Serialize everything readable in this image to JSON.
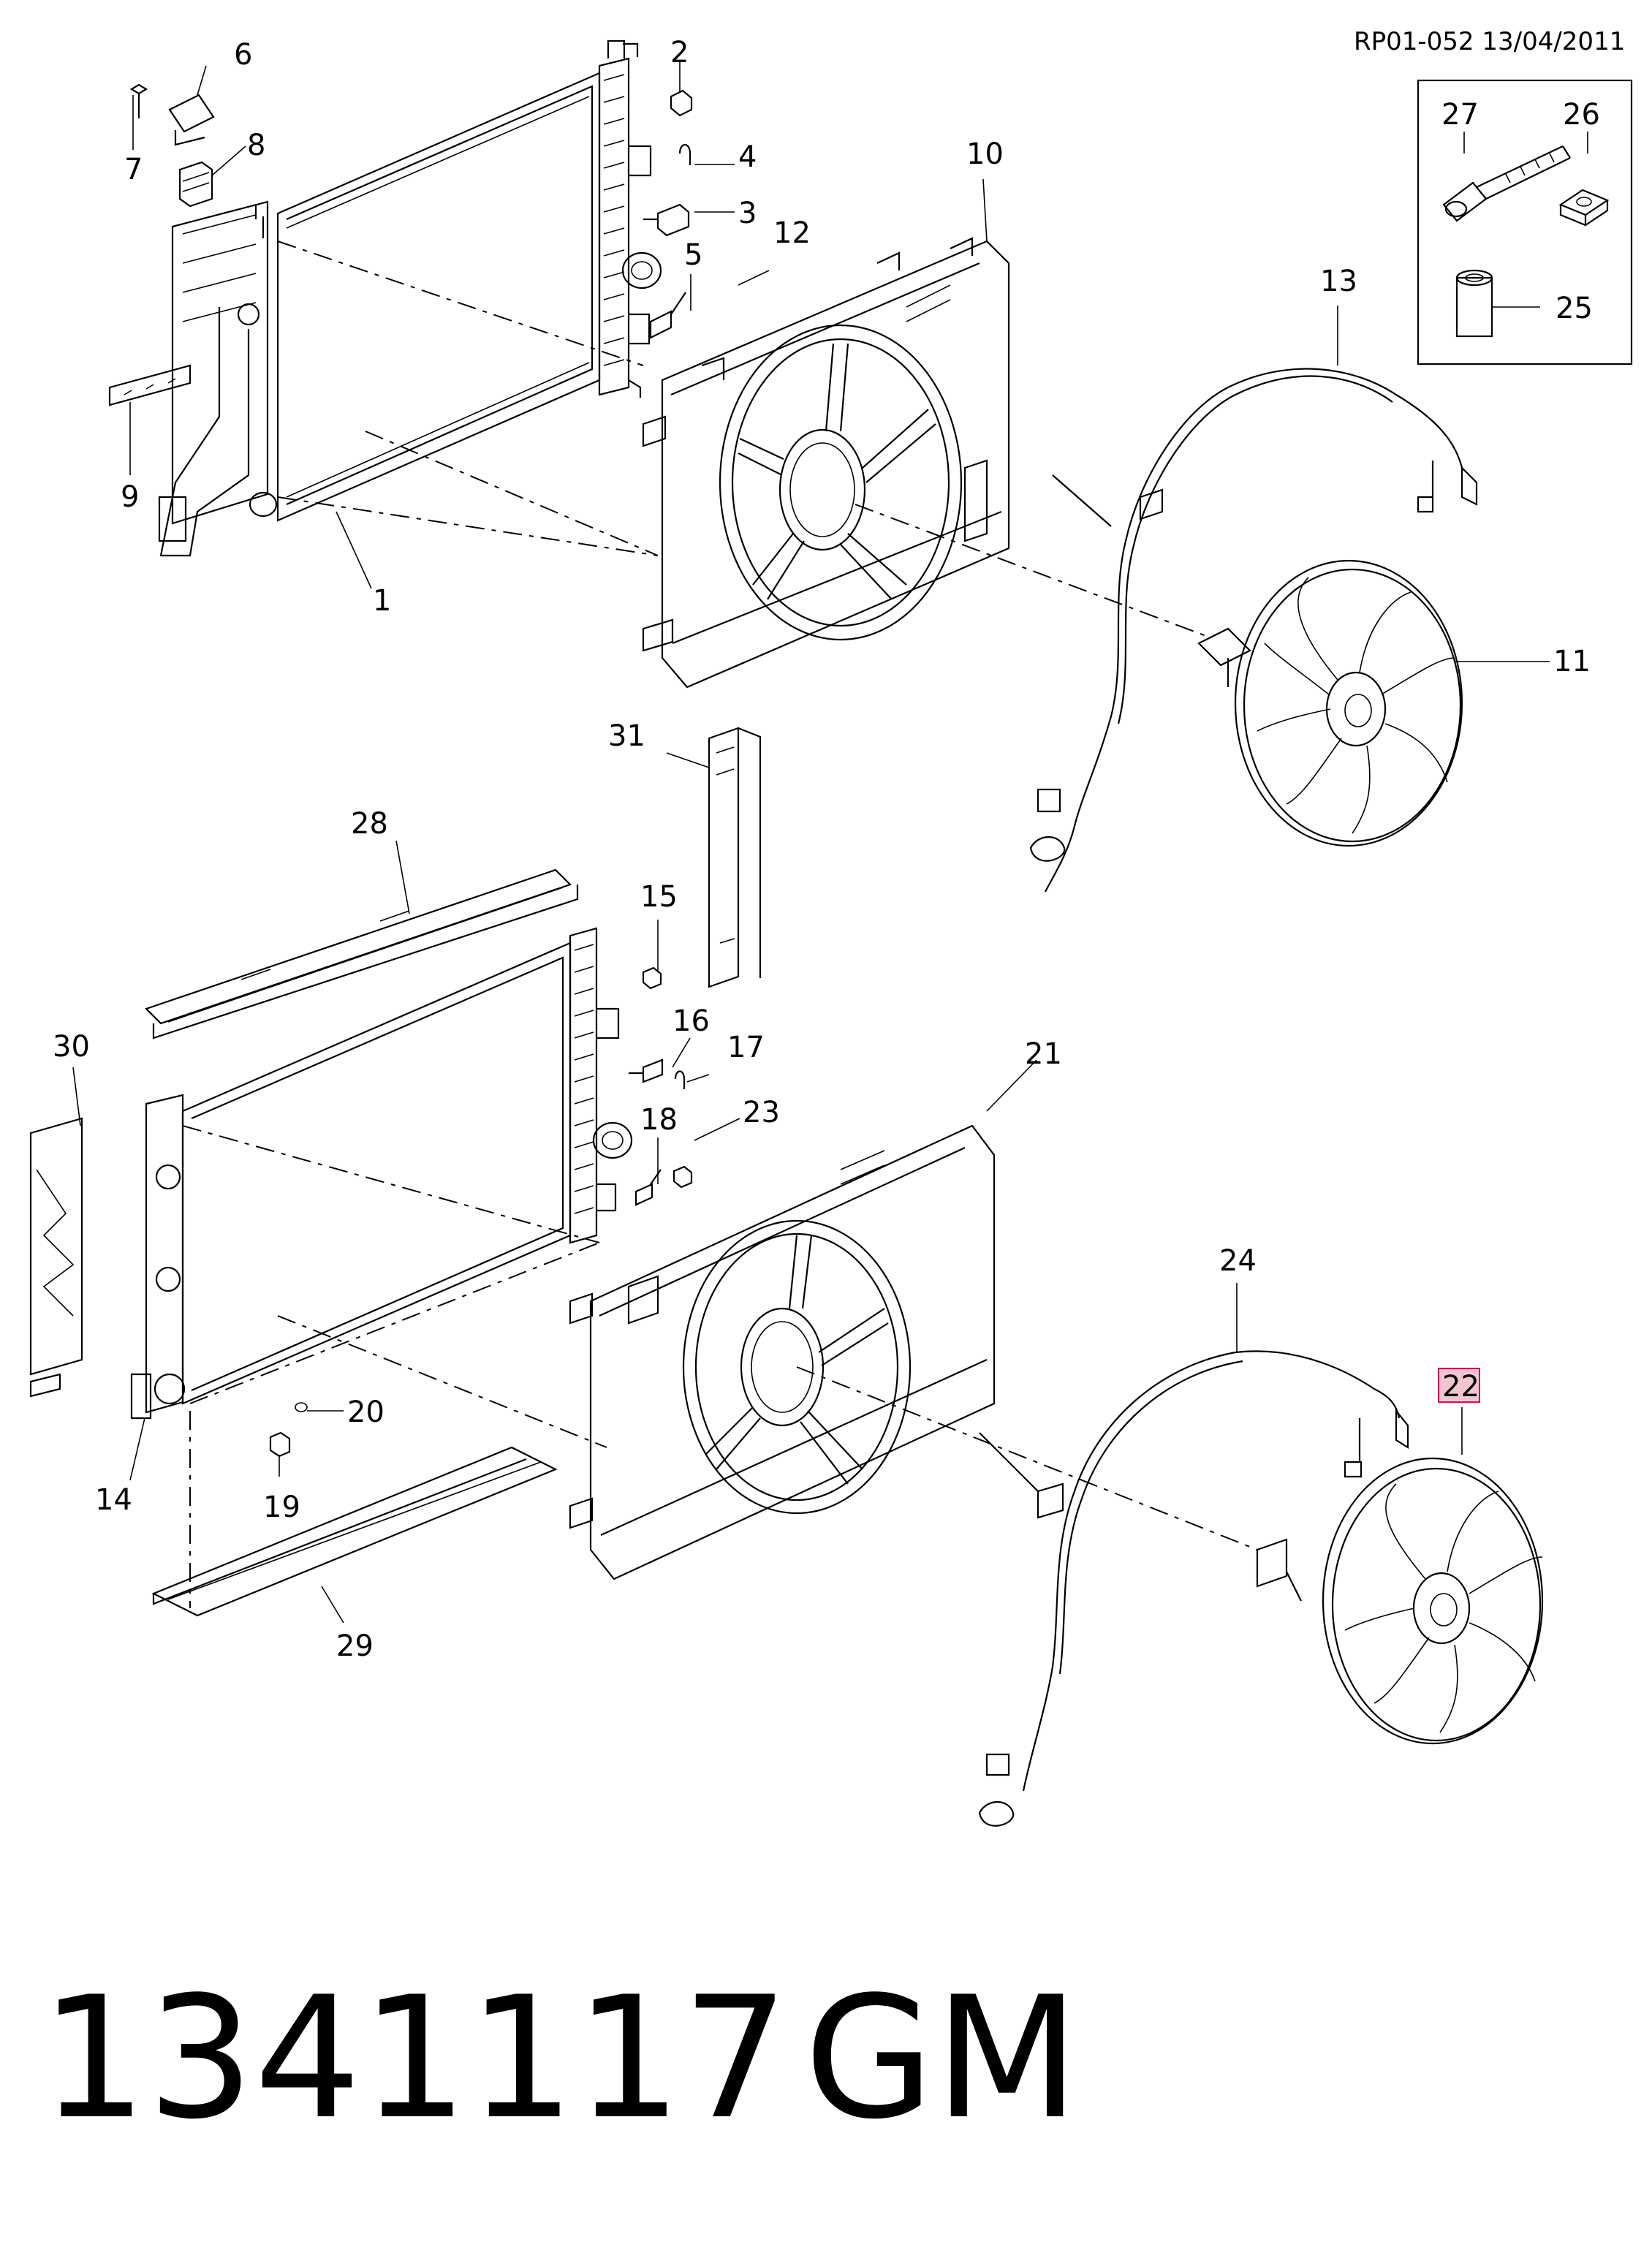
{
  "header": {
    "reference": "RP01-052 13/04/2011"
  },
  "footer": {
    "part_number": "1341117",
    "brand": "GM"
  },
  "highlighted_callout": "22",
  "colors": {
    "line": "#000000",
    "highlight_fill": "#f3c6cf",
    "highlight_border": "#c2185b"
  },
  "callouts": {
    "c1": "1",
    "c2": "2",
    "c3": "3",
    "c4": "4",
    "c5": "5",
    "c6": "6",
    "c7": "7",
    "c8": "8",
    "c9": "9",
    "c10": "10",
    "c11": "11",
    "c12": "12",
    "c13": "13",
    "c14": "14",
    "c15": "15",
    "c16": "16",
    "c17": "17",
    "c18": "18",
    "c19": "19",
    "c20": "20",
    "c21": "21",
    "c22": "22",
    "c23": "23",
    "c24": "24",
    "c25": "25",
    "c26": "26",
    "c27": "27",
    "c28": "28",
    "c29": "29",
    "c30": "30",
    "c31": "31"
  }
}
